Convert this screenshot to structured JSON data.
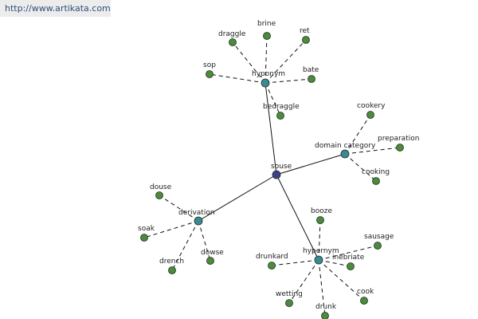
{
  "banner": {
    "url": "http://www.artikata.com"
  },
  "colors": {
    "center": "#3c3f8c",
    "hub": "#3a8a92",
    "leaf": "#4c8a3c",
    "node_stroke": "#1e2e1e",
    "edge": "#111111"
  },
  "graph": {
    "center": {
      "id": "souse",
      "label": "souse"
    },
    "hubs": [
      {
        "id": "hyponym",
        "label": "hyponym",
        "leaves": [
          "draggle",
          "brine",
          "ret",
          "sop",
          "bate",
          "bedraggle"
        ]
      },
      {
        "id": "domain-category",
        "label": "domain category",
        "leaves": [
          "cookery",
          "preparation",
          "cooking"
        ]
      },
      {
        "id": "derivation",
        "label": "derivation",
        "leaves": [
          "douse",
          "soak",
          "drench",
          "dowse"
        ]
      },
      {
        "id": "hypernym",
        "label": "hypernym",
        "leaves": [
          "booze",
          "sausage",
          "drunkard",
          "inebriate",
          "wetting",
          "drunk",
          "cook"
        ]
      }
    ]
  }
}
